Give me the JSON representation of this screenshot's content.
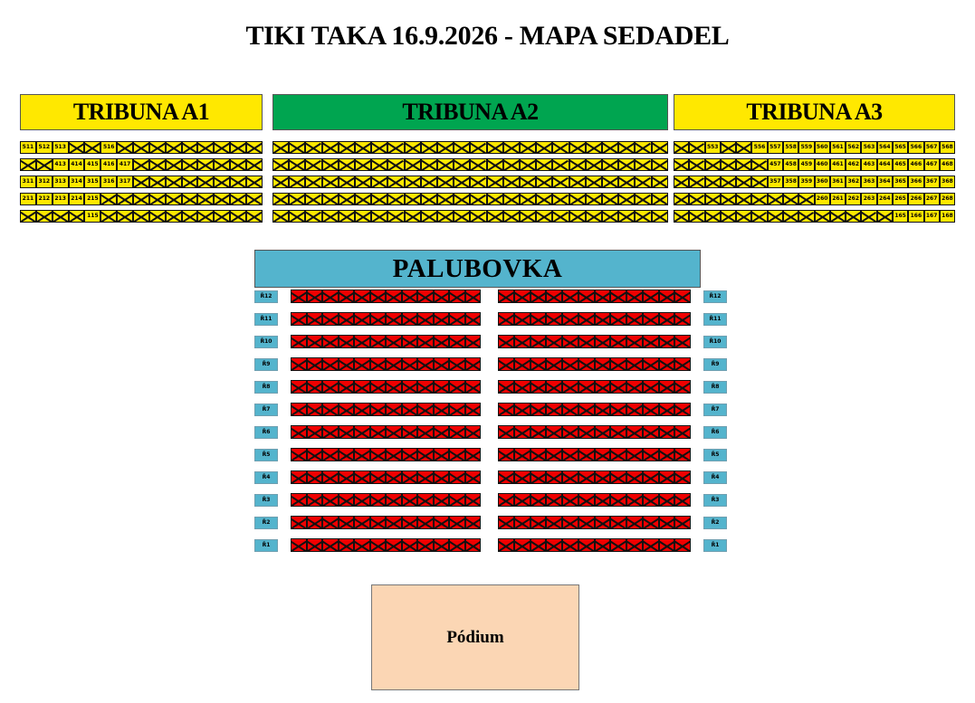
{
  "page": {
    "title": "TIKI TAKA 16.9.2026 - MAPA SEDADEL"
  },
  "colors": {
    "stand_available": "#ffe800",
    "stand_header_highlight": "#00a550",
    "floor_seat": "#f00000",
    "court": "#54b4cd",
    "stage": "#fbd6b4",
    "seat_border": "#111111"
  },
  "court": {
    "label": "PALUBOVKA"
  },
  "stage": {
    "label": "Pódium"
  },
  "tribunes": [
    {
      "id": "a1",
      "label": "TRIBUNA A1",
      "header_color": "#ffe800",
      "seat_color": "#ffe800",
      "seats_per_row": 15,
      "rows": [
        {
          "row": 5,
          "seats": [
            "511",
            "512",
            "513",
            "",
            "",
            "516",
            "",
            "",
            "",
            "",
            "",
            "",
            "",
            "",
            ""
          ]
        },
        {
          "row": 4,
          "seats": [
            "",
            "",
            "413",
            "414",
            "415",
            "416",
            "417",
            "",
            "",
            "",
            "",
            "",
            "",
            "",
            ""
          ]
        },
        {
          "row": 3,
          "seats": [
            "311",
            "312",
            "313",
            "314",
            "315",
            "316",
            "317",
            "",
            "",
            "",
            "",
            "",
            "",
            "",
            ""
          ]
        },
        {
          "row": 2,
          "seats": [
            "211",
            "212",
            "213",
            "214",
            "215",
            "",
            "",
            "",
            "",
            "",
            "",
            "",
            "",
            "",
            ""
          ]
        },
        {
          "row": 1,
          "seats": [
            "",
            "",
            "",
            "",
            "115",
            "",
            "",
            "",
            "",
            "",
            "",
            "",
            "",
            "",
            ""
          ]
        }
      ]
    },
    {
      "id": "a2",
      "label": "TRIBUNA A2",
      "header_color": "#00a550",
      "seat_color": "#ffe800",
      "seats_per_row": 24,
      "rows": [
        {
          "row": 5,
          "seats": [
            "",
            "",
            "",
            "",
            "",
            "",
            "",
            "",
            "",
            "",
            "",
            "",
            "",
            "",
            "",
            "",
            "",
            "",
            "",
            "",
            "",
            "",
            "",
            ""
          ]
        },
        {
          "row": 4,
          "seats": [
            "",
            "",
            "",
            "",
            "",
            "",
            "",
            "",
            "",
            "",
            "",
            "",
            "",
            "",
            "",
            "",
            "",
            "",
            "",
            "",
            "",
            "",
            "",
            ""
          ]
        },
        {
          "row": 3,
          "seats": [
            "",
            "",
            "",
            "",
            "",
            "",
            "",
            "",
            "",
            "",
            "",
            "",
            "",
            "",
            "",
            "",
            "",
            "",
            "",
            "",
            "",
            "",
            "",
            ""
          ]
        },
        {
          "row": 2,
          "seats": [
            "",
            "",
            "",
            "",
            "",
            "",
            "",
            "",
            "",
            "",
            "",
            "",
            "",
            "",
            "",
            "",
            "",
            "",
            "",
            "",
            "",
            "",
            "",
            ""
          ]
        },
        {
          "row": 1,
          "seats": [
            "",
            "",
            "",
            "",
            "",
            "",
            "",
            "",
            "",
            "",
            "",
            "",
            "",
            "",
            "",
            "",
            "",
            "",
            "",
            "",
            "",
            "",
            "",
            ""
          ]
        }
      ]
    },
    {
      "id": "a3",
      "label": "TRIBUNA A3",
      "header_color": "#ffe800",
      "seat_color": "#ffe800",
      "seats_per_row": 18,
      "rows": [
        {
          "row": 5,
          "seats": [
            "",
            "",
            "553",
            "",
            "",
            "556",
            "557",
            "558",
            "559",
            "560",
            "561",
            "562",
            "563",
            "564",
            "565",
            "566",
            "567",
            "568"
          ]
        },
        {
          "row": 4,
          "seats": [
            "",
            "",
            "",
            "",
            "",
            "",
            "457",
            "458",
            "459",
            "460",
            "461",
            "462",
            "463",
            "464",
            "465",
            "466",
            "467",
            "468"
          ]
        },
        {
          "row": 3,
          "seats": [
            "",
            "",
            "",
            "",
            "",
            "",
            "357",
            "358",
            "359",
            "360",
            "361",
            "362",
            "363",
            "364",
            "365",
            "366",
            "367",
            "368"
          ]
        },
        {
          "row": 2,
          "seats": [
            "",
            "",
            "",
            "",
            "",
            "",
            "",
            "",
            "",
            "260",
            "261",
            "262",
            "263",
            "264",
            "265",
            "266",
            "267",
            "268"
          ]
        },
        {
          "row": 1,
          "seats": [
            "",
            "",
            "",
            "",
            "",
            "",
            "",
            "",
            "",
            "",
            "",
            "",
            "",
            "",
            "165",
            "166",
            "167",
            "168"
          ]
        }
      ]
    }
  ],
  "floor": {
    "row_label_prefix": "Ř",
    "left_seats_per_row": 12,
    "right_seats_per_row": 12,
    "rows": [
      {
        "label": "Ř12",
        "left": [
          "",
          "",
          "",
          "",
          "",
          "",
          "",
          "",
          "",
          "",
          "",
          ""
        ],
        "right": [
          "",
          "",
          "",
          "",
          "",
          "",
          "",
          "",
          "",
          "",
          "",
          ""
        ]
      },
      {
        "label": "Ř11",
        "left": [
          "",
          "",
          "",
          "",
          "",
          "",
          "",
          "",
          "",
          "",
          "",
          ""
        ],
        "right": [
          "",
          "",
          "",
          "",
          "",
          "",
          "",
          "",
          "",
          "",
          "",
          ""
        ]
      },
      {
        "label": "Ř10",
        "left": [
          "",
          "",
          "",
          "",
          "",
          "",
          "",
          "",
          "",
          "",
          "",
          ""
        ],
        "right": [
          "",
          "",
          "",
          "",
          "",
          "",
          "",
          "",
          "",
          "",
          "",
          ""
        ]
      },
      {
        "label": "Ř9",
        "left": [
          "",
          "",
          "",
          "",
          "",
          "",
          "",
          "",
          "",
          "",
          "",
          ""
        ],
        "right": [
          "",
          "",
          "",
          "",
          "",
          "",
          "",
          "",
          "",
          "",
          "",
          ""
        ]
      },
      {
        "label": "Ř8",
        "left": [
          "",
          "",
          "",
          "",
          "",
          "",
          "",
          "",
          "",
          "",
          "",
          ""
        ],
        "right": [
          "",
          "",
          "",
          "",
          "",
          "",
          "",
          "",
          "",
          "",
          "",
          ""
        ]
      },
      {
        "label": "Ř7",
        "left": [
          "",
          "",
          "",
          "",
          "",
          "",
          "",
          "",
          "",
          "",
          "",
          ""
        ],
        "right": [
          "",
          "",
          "",
          "",
          "",
          "",
          "",
          "",
          "",
          "",
          "",
          ""
        ]
      },
      {
        "label": "Ř6",
        "left": [
          "",
          "",
          "",
          "",
          "",
          "",
          "",
          "",
          "",
          "",
          "",
          ""
        ],
        "right": [
          "",
          "",
          "",
          "",
          "",
          "",
          "",
          "",
          "",
          "",
          "",
          ""
        ]
      },
      {
        "label": "Ř5",
        "left": [
          "",
          "",
          "",
          "",
          "",
          "",
          "",
          "",
          "",
          "",
          "",
          ""
        ],
        "right": [
          "",
          "",
          "",
          "",
          "",
          "",
          "",
          "",
          "",
          "",
          "",
          ""
        ]
      },
      {
        "label": "Ř4",
        "left": [
          "",
          "",
          "",
          "",
          "",
          "",
          "",
          "",
          "",
          "",
          "",
          ""
        ],
        "right": [
          "",
          "",
          "",
          "",
          "",
          "",
          "",
          "",
          "",
          "",
          "",
          ""
        ]
      },
      {
        "label": "Ř3",
        "left": [
          "",
          "",
          "",
          "",
          "",
          "",
          "",
          "",
          "",
          "",
          "",
          ""
        ],
        "right": [
          "",
          "",
          "",
          "",
          "",
          "",
          "",
          "",
          "",
          "",
          "",
          ""
        ]
      },
      {
        "label": "Ř2",
        "left": [
          "",
          "",
          "",
          "",
          "",
          "",
          "",
          "",
          "",
          "",
          "",
          ""
        ],
        "right": [
          "",
          "",
          "",
          "",
          "",
          "",
          "",
          "",
          "",
          "",
          "",
          ""
        ]
      },
      {
        "label": "Ř1",
        "left": [
          "",
          "",
          "",
          "",
          "",
          "",
          "",
          "",
          "",
          "",
          "",
          ""
        ],
        "right": [
          "",
          "",
          "",
          "",
          "",
          "",
          "",
          "",
          "",
          "",
          "",
          ""
        ]
      }
    ]
  }
}
